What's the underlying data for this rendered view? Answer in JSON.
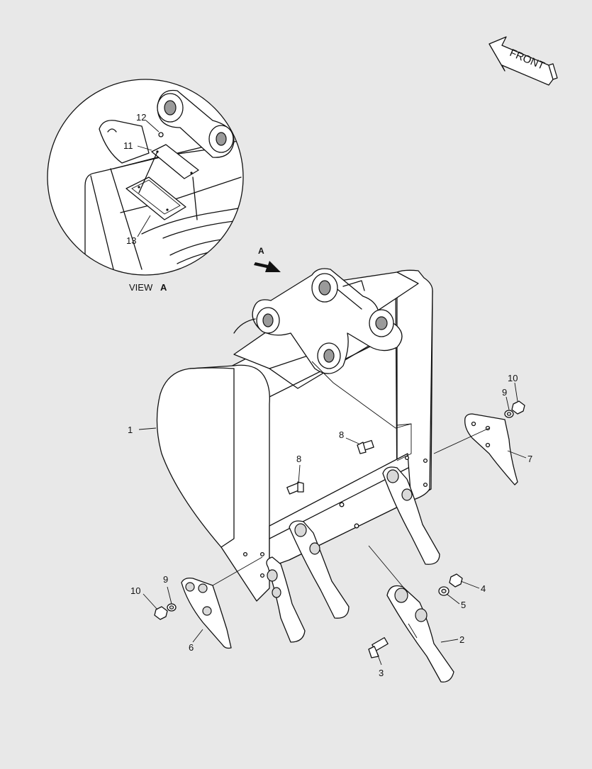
{
  "front_label": "FRONT",
  "view_caption": {
    "prefix": "VIEW",
    "letter": "A"
  },
  "view_arrow_label": "A",
  "callouts": [
    {
      "id": "1",
      "label": "1"
    },
    {
      "id": "2",
      "label": "2"
    },
    {
      "id": "3",
      "label": "3"
    },
    {
      "id": "4",
      "label": "4"
    },
    {
      "id": "5",
      "label": "5"
    },
    {
      "id": "6",
      "label": "6"
    },
    {
      "id": "7",
      "label": "7"
    },
    {
      "id": "8a",
      "label": "8"
    },
    {
      "id": "8b",
      "label": "8"
    },
    {
      "id": "9a",
      "label": "9"
    },
    {
      "id": "9b",
      "label": "9"
    },
    {
      "id": "10a",
      "label": "10"
    },
    {
      "id": "10b",
      "label": "10"
    },
    {
      "id": "11",
      "label": "11"
    },
    {
      "id": "12",
      "label": "12"
    },
    {
      "id": "13",
      "label": "13"
    }
  ]
}
